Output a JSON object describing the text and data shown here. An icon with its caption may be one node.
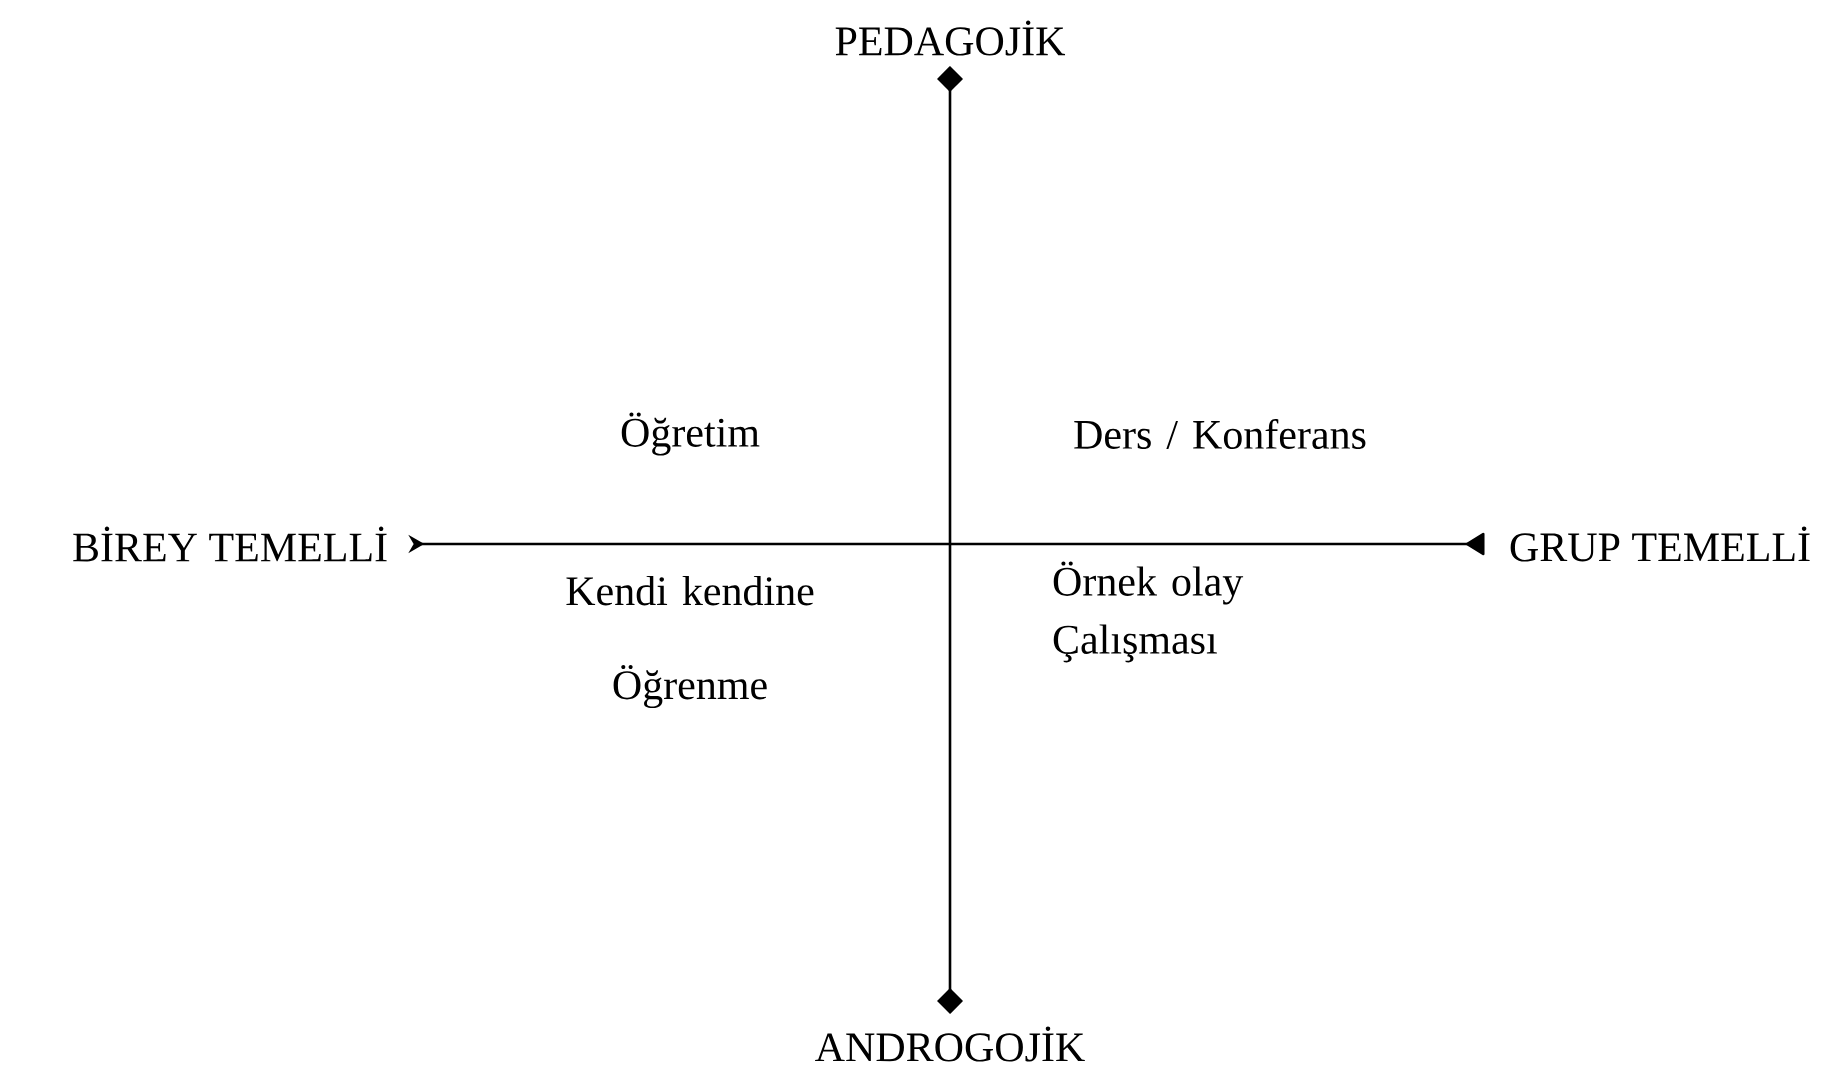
{
  "diagram": {
    "nodes": [
      {
        "text": [
          "PEDAGOJİK"
        ]
      },
      {
        "text": [
          "BİREY TEMELLİ"
        ]
      },
      {
        "text": [
          "GRUP TEMELLİ"
        ]
      },
      {
        "text": [
          "ANDROGOJİK"
        ]
      }
    ],
    "edges": [
      {
        "from": 0,
        "to": 3,
        "arrow": "other"
      },
      {
        "from": 1,
        "to": 2,
        "arrow": "other"
      }
    ],
    "labels": [
      "Öğretim",
      "Ders / Konferans",
      "Kendi kendine Öğrenme",
      "Örnek olay Çalışması"
    ]
  }
}
